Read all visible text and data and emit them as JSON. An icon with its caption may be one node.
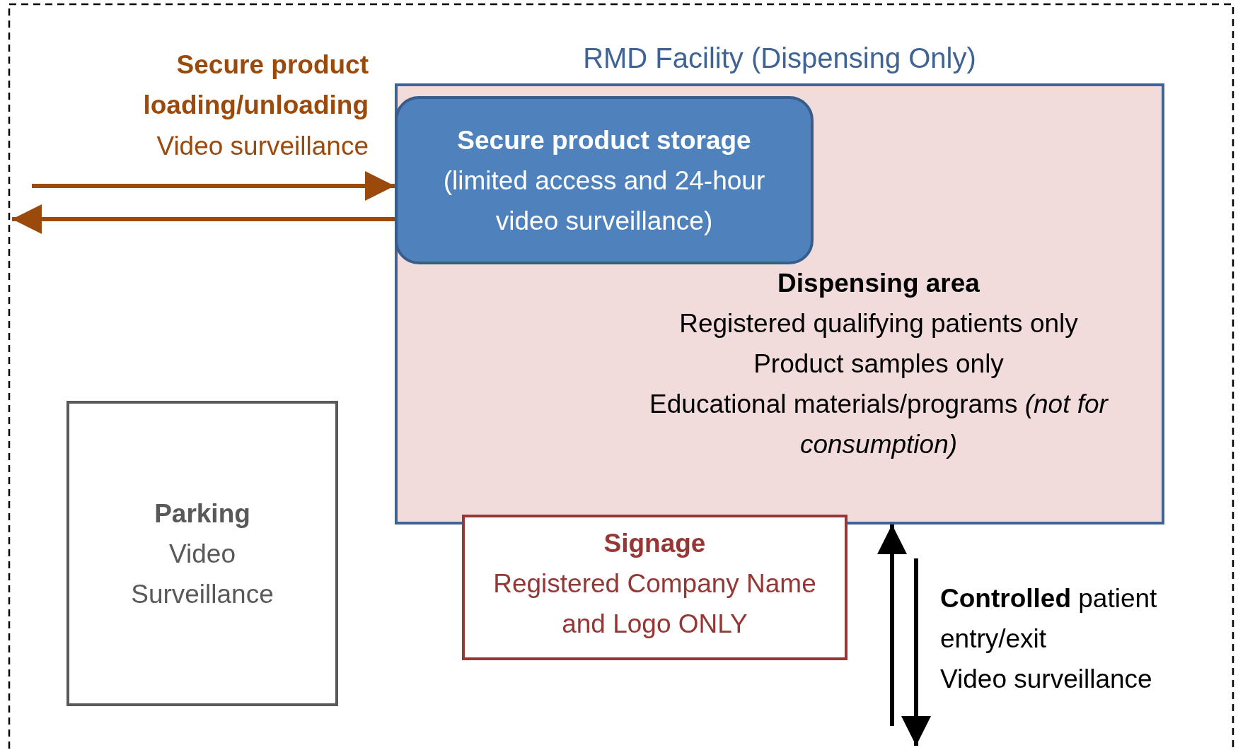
{
  "diagram": {
    "nodes": [
      {
        "text": [
          "RMD Facility (Dispensing Only)",
          "Dispensing area",
          "Registered qualifying patients only",
          "Product samples only",
          "Educational materials/programs *(not for consumption)*"
        ]
      },
      {
        "text": [
          "Secure product storage",
          "(limited access and 24-hour video surveillance)"
        ],
        "in": 0
      },
      {
        "text": [
          "Signage",
          "Registered Company Name and Logo ONLY"
        ]
      },
      {
        "text": [
          "Parking",
          "Video Surveillance"
        ]
      }
    ],
    "edges": [
      {
        "from": null,
        "to": 1,
        "arrow": "to",
        "color": "#9c4a0b"
      },
      {
        "from": 1,
        "to": null,
        "arrow": "to",
        "color": "#9c4a0b"
      },
      {
        "from": null,
        "to": 0,
        "arrow": "to",
        "color": "#000000"
      },
      {
        "from": 0,
        "to": null,
        "arrow": "to",
        "color": "#000000"
      }
    ],
    "labels": [
      "Secure product loading/unloading",
      "Video surveillance",
      "**Controlled** patient entry/exit",
      "Video surveillance"
    ]
  }
}
